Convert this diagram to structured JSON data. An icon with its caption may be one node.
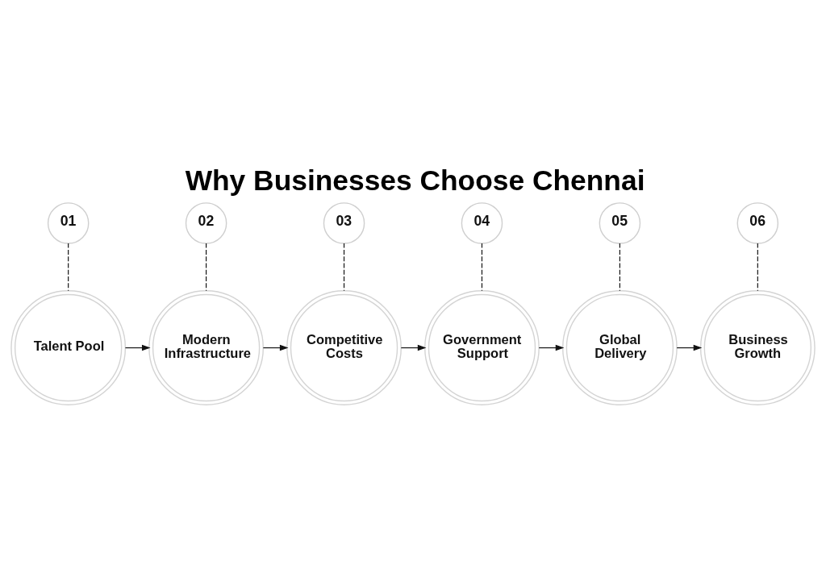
{
  "diagram": {
    "title": "Why Businesses Choose Chennai",
    "nodes": [
      {
        "text": [
          "01"
        ]
      },
      {
        "text": [
          "02"
        ]
      },
      {
        "text": [
          "03"
        ]
      },
      {
        "text": [
          "04"
        ]
      },
      {
        "text": [
          "05"
        ]
      },
      {
        "text": [
          "06"
        ]
      },
      {
        "text": [
          "Talent Pool"
        ]
      },
      {
        "text": [
          "Modern Infrastructure"
        ]
      },
      {
        "text": [
          "Competitive Costs"
        ]
      },
      {
        "text": [
          "Government Support"
        ]
      },
      {
        "text": [
          "Global Delivery"
        ]
      },
      {
        "text": [
          "Business Growth"
        ]
      }
    ],
    "edges": [
      {
        "from": 0,
        "to": 6,
        "arrow": "none",
        "style": "dashed"
      },
      {
        "from": 1,
        "to": 7,
        "arrow": "none",
        "style": "dashed"
      },
      {
        "from": 2,
        "to": 8,
        "arrow": "none",
        "style": "dashed"
      },
      {
        "from": 3,
        "to": 9,
        "arrow": "none",
        "style": "dashed"
      },
      {
        "from": 4,
        "to": 10,
        "arrow": "none",
        "style": "dashed"
      },
      {
        "from": 5,
        "to": 11,
        "arrow": "none",
        "style": "dashed"
      },
      {
        "from": 6,
        "to": 7,
        "arrow": "to"
      },
      {
        "from": 7,
        "to": 8,
        "arrow": "to"
      },
      {
        "from": 8,
        "to": 9,
        "arrow": "to"
      },
      {
        "from": 9,
        "to": 10,
        "arrow": "to"
      },
      {
        "from": 10,
        "to": 11,
        "arrow": "to"
      }
    ]
  }
}
